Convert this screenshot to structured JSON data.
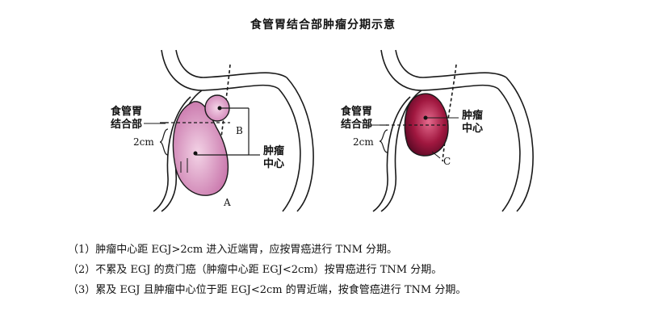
{
  "title": "食管胃结合部肿瘤分期示意",
  "left_figure": {
    "egj_label": [
      "食管胃",
      "结合部"
    ],
    "distance_label": "2cm",
    "tumor_center_label": [
      "肿瘤",
      "中心"
    ],
    "marker_a": "A",
    "marker_b": "B"
  },
  "right_figure": {
    "egj_label": [
      "食管胃",
      "结合部"
    ],
    "distance_label": "2cm",
    "tumor_center_label": [
      "肿瘤",
      "中心"
    ],
    "marker_c": "C"
  },
  "notes": [
    "（1）肿瘤中心距 EGJ>2cm 进入近端胃，应按胃癌进行 TNM 分期。",
    "（2）不累及 EGJ 的贲门癌（肿瘤中心距 EGJ<2cm）按胃癌进行 TNM 分期。",
    "（3）累及 EGJ 且肿瘤中心位于距 EGJ<2cm 的胃近端，按食管癌进行 TNM 分期。"
  ],
  "colors": {
    "tumor_a_fill": "#d98fbf",
    "tumor_b_fill": "#e3a3cc",
    "tumor_c_fill": "#8e1438",
    "outline": "#1a1a1a"
  }
}
